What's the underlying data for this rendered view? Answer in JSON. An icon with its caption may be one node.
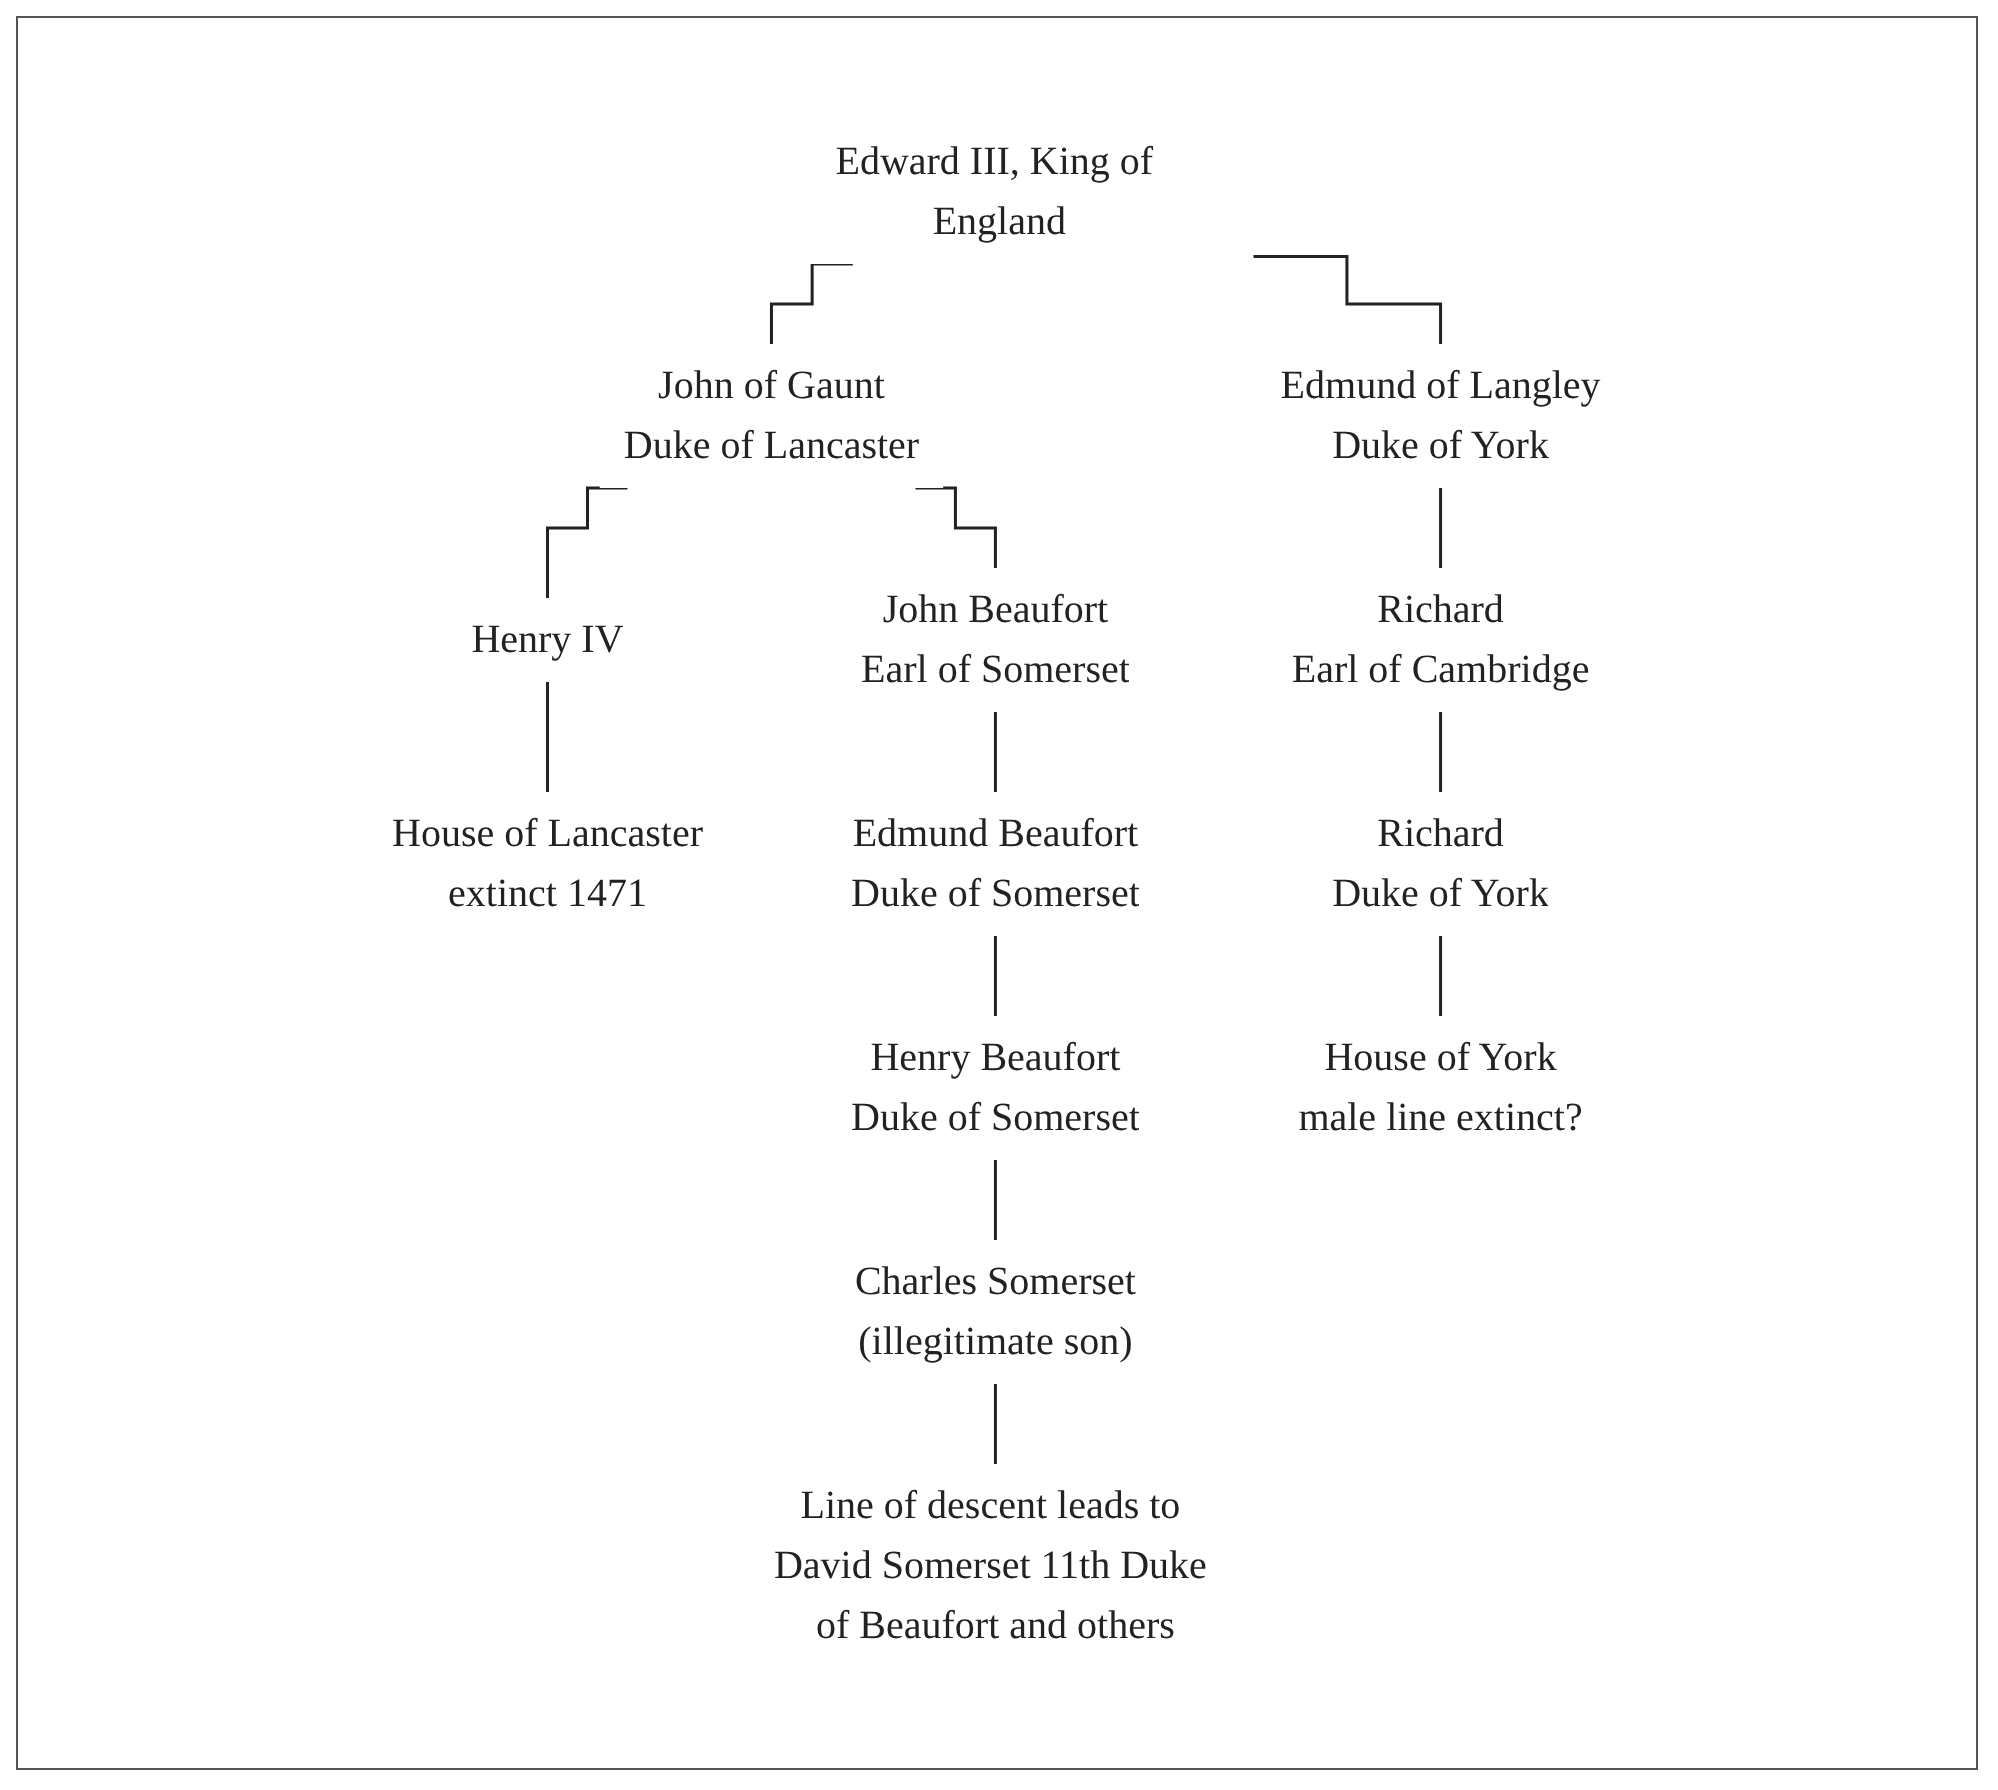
{
  "diagram": {
    "nodes": [
      {
        "text": [
          "Edward III, King of England"
        ]
      },
      {
        "text": [
          "John of Gaunt",
          "Duke of Lancaster"
        ]
      },
      {
        "text": [
          "Edmund of Langley",
          "Duke of York"
        ]
      },
      {
        "text": [
          "Henry IV"
        ]
      },
      {
        "text": [
          "John Beaufort",
          "Earl of Somerset"
        ]
      },
      {
        "text": [
          "Richard",
          "Earl of Cambridge"
        ]
      },
      {
        "text": [
          "House of Lancaster",
          "extinct 1471"
        ]
      },
      {
        "text": [
          "Edmund Beaufort",
          "Duke of Somerset"
        ]
      },
      {
        "text": [
          "Richard",
          "Duke of York"
        ]
      },
      {
        "text": [
          "Henry Beaufort",
          "Duke of Somerset"
        ]
      },
      {
        "text": [
          "House of York",
          "male line extinct?"
        ]
      },
      {
        "text": [
          "Charles Somerset",
          "(illegitimate son)"
        ]
      },
      {
        "text": [
          "Line of descent leads to David Somerset 11th Duke of Beaufort and others"
        ]
      }
    ],
    "edges": [
      {
        "from": 0,
        "to": 1,
        "arrow": "none"
      },
      {
        "from": 0,
        "to": 2,
        "arrow": "none"
      },
      {
        "from": 1,
        "to": 3,
        "arrow": "none"
      },
      {
        "from": 1,
        "to": 4,
        "arrow": "none"
      },
      {
        "from": 2,
        "to": 5,
        "arrow": "none"
      },
      {
        "from": 3,
        "to": 6,
        "arrow": "none"
      },
      {
        "from": 4,
        "to": 7,
        "arrow": "none"
      },
      {
        "from": 5,
        "to": 8,
        "arrow": "none"
      },
      {
        "from": 7,
        "to": 9,
        "arrow": "none"
      },
      {
        "from": 8,
        "to": 10,
        "arrow": "none"
      },
      {
        "from": 9,
        "to": 11,
        "arrow": "none"
      },
      {
        "from": 11,
        "to": 12,
        "arrow": "none"
      }
    ]
  }
}
